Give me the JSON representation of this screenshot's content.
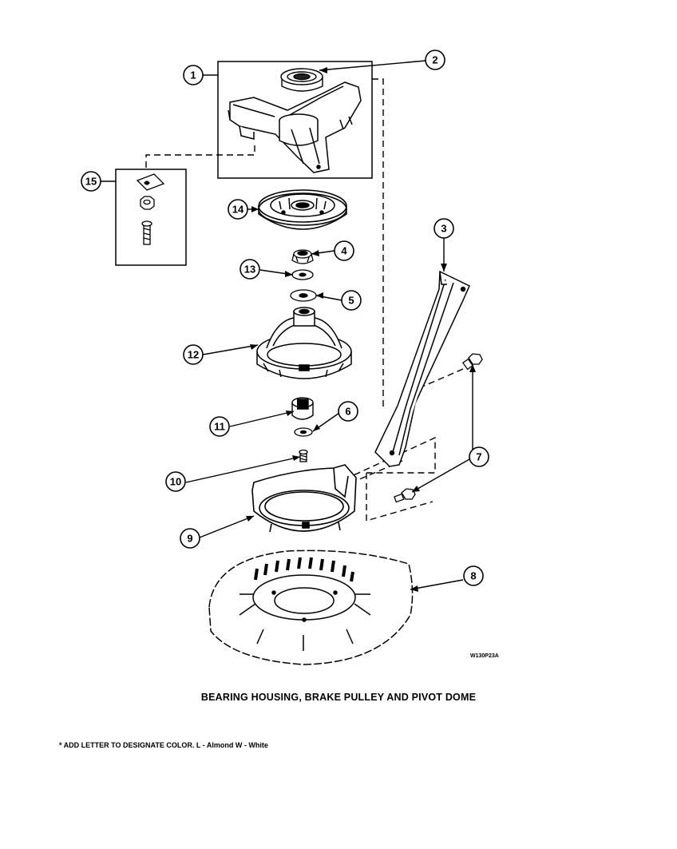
{
  "diagram": {
    "title": "BEARING HOUSING, BRAKE PULLEY AND PIVOT DOME",
    "drawing_code": "W130P23A",
    "color_note": "* ADD LETTER TO DESIGNATE COLOR.  L - Almond  W - White",
    "callouts": [
      "1",
      "2",
      "3",
      "4",
      "5",
      "6",
      "7",
      "8",
      "9",
      "10",
      "11",
      "12",
      "13",
      "14",
      "15"
    ],
    "parts": [
      {
        "id": "1",
        "icon": "bearing-housing-icon"
      },
      {
        "id": "2",
        "icon": "bearing-icon"
      },
      {
        "id": "3",
        "icon": "support-bracket-icon"
      },
      {
        "id": "4",
        "icon": "nut-icon"
      },
      {
        "id": "5",
        "icon": "washer-icon"
      },
      {
        "id": "6",
        "icon": "washer-icon"
      },
      {
        "id": "7",
        "icon": "bolt-icon"
      },
      {
        "id": "8",
        "icon": "base-plate-icon"
      },
      {
        "id": "9",
        "icon": "shield-icon"
      },
      {
        "id": "10",
        "icon": "screw-icon"
      },
      {
        "id": "11",
        "icon": "cam-icon"
      },
      {
        "id": "12",
        "icon": "pivot-dome-icon"
      },
      {
        "id": "13",
        "icon": "washer-icon"
      },
      {
        "id": "14",
        "icon": "brake-pulley-icon"
      },
      {
        "id": "15",
        "icon": "fastener-kit-icon"
      }
    ]
  }
}
